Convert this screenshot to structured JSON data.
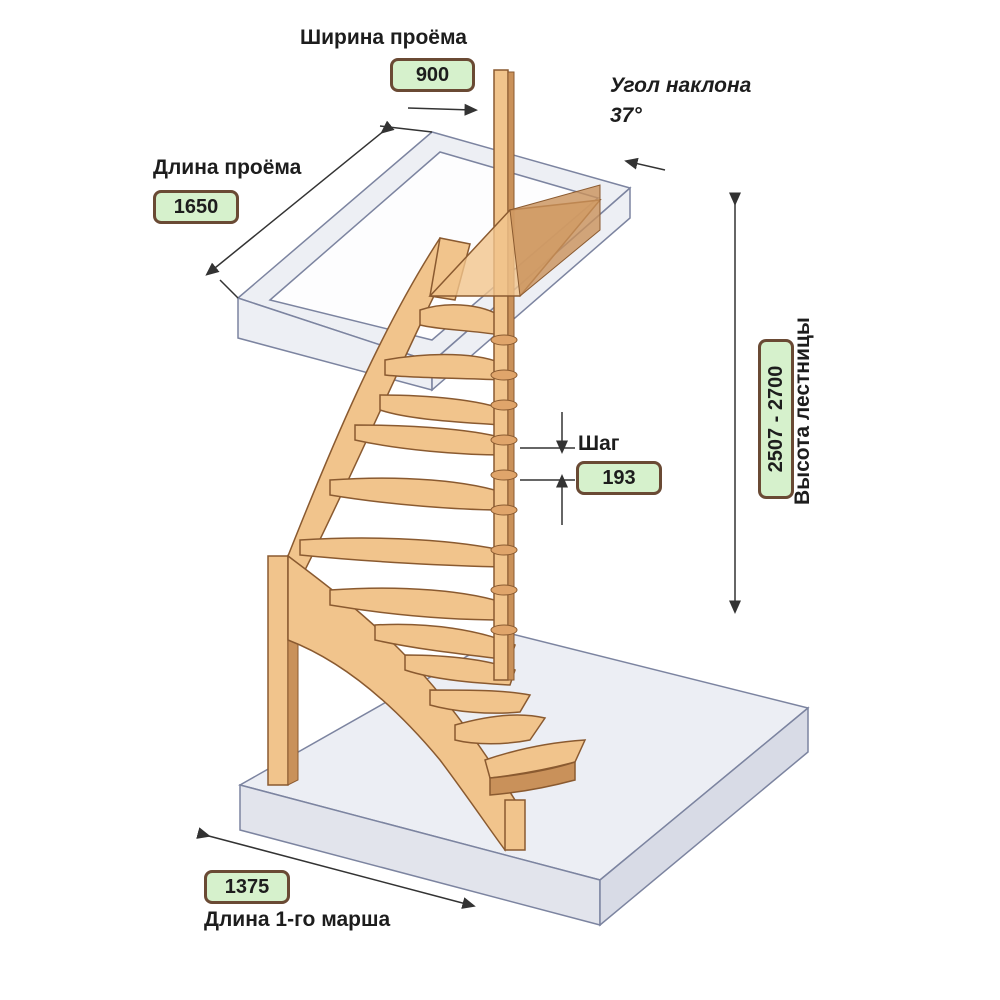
{
  "labels": {
    "opening_width": "Ширина проёма",
    "opening_length": "Длина проёма",
    "angle_title": "Угол наклона",
    "angle_value": "37°",
    "step_title": "Шаг",
    "stair_height": "Высота лестницы",
    "first_flight": "Длина 1-го марша"
  },
  "values": {
    "opening_width": "900",
    "opening_length": "1650",
    "step": "193",
    "stair_height": "2507 - 2700",
    "first_flight": "1375"
  },
  "colors": {
    "wood": "#f1c48c",
    "wood_dark": "#c9915a",
    "wood_edge": "#8a5a30",
    "glass": "#e6e8f0",
    "glass_edge": "#7c84a0",
    "badge_fill": "#d6f1cc",
    "badge_border": "#6a4a34"
  }
}
